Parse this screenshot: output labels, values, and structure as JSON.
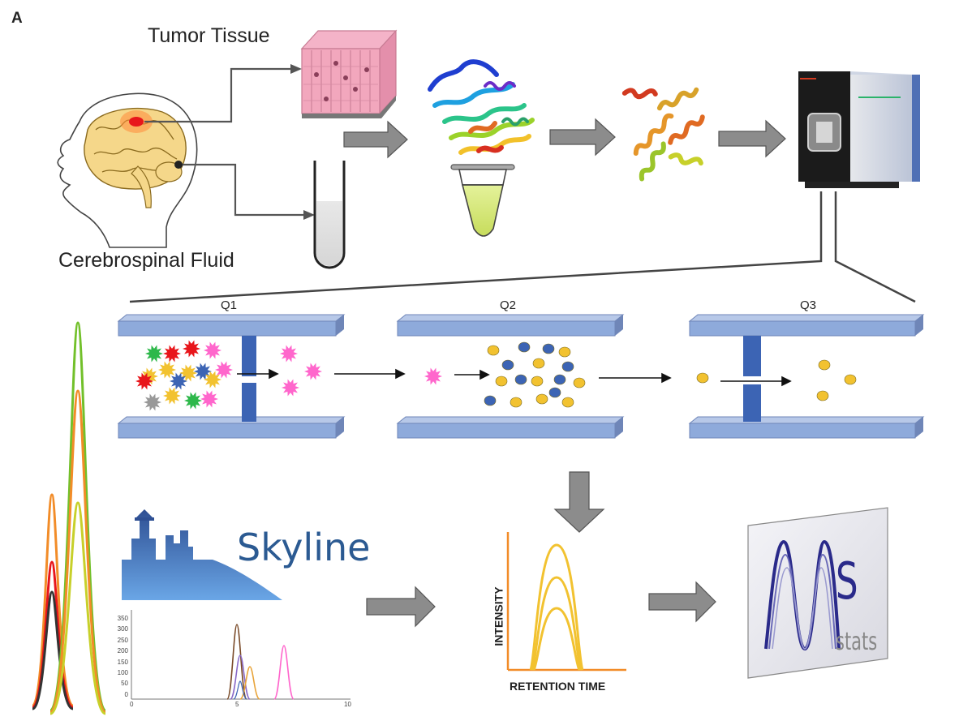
{
  "panel_label": "A",
  "sample_labels": {
    "tissue": "Tumor Tissue",
    "fluid": "Cerebrospinal Fluid"
  },
  "quadrupoles": [
    "Q1",
    "Q2",
    "Q3"
  ],
  "software": {
    "skyline": "Skyline",
    "msstats_s": "S",
    "msstats_sub": "stats"
  },
  "peak_plot": {
    "ylabel": "INTENSITY",
    "xlabel": "RETENTION TIME"
  },
  "skyline_chart": {
    "y_ticks": [
      "350",
      "300",
      "250",
      "200",
      "150",
      "100",
      "50",
      "0"
    ],
    "x_ticks": [
      "0",
      "5",
      "10"
    ]
  },
  "colors": {
    "arrow_gray": "#8c8c8c",
    "rod_fill": "#8eaadb",
    "dark_blue": "#3c64b4",
    "yellow": "#f2c230",
    "orange_axis": "#f28c28",
    "skyline_blue": "#2b5a92",
    "pink_ion": "#ff66cc"
  }
}
